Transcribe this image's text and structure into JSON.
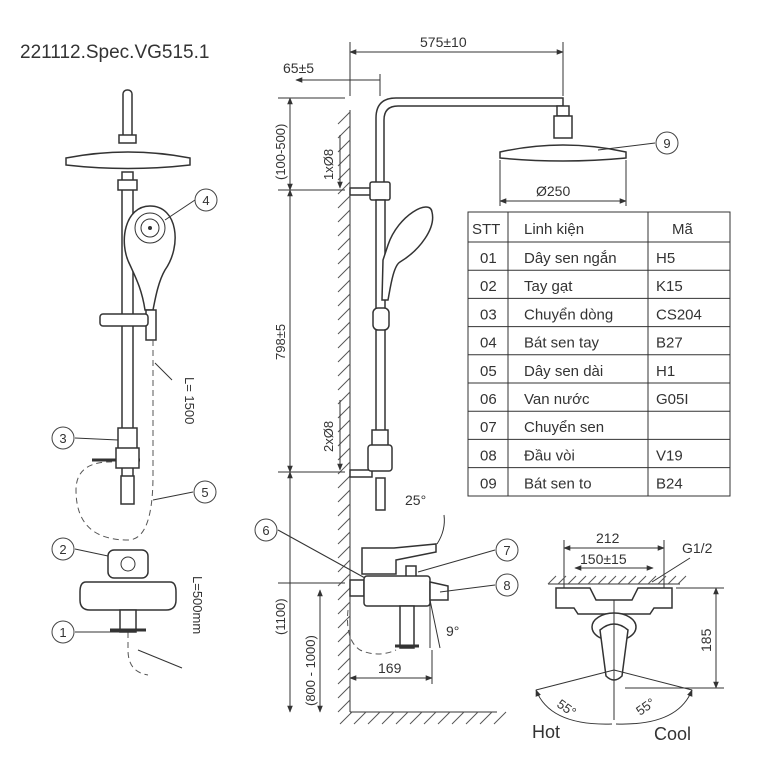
{
  "title": "221112.Spec.VG515.1",
  "dimensions": {
    "total_width": "575±10",
    "wall_offset": "65±5",
    "head_height": "(100-500)",
    "bracket_top": "1xØ8",
    "bar_height": "798±5",
    "bracket_bottom": "2xØ8",
    "head_diameter": "Ø250",
    "mixer_height": "(1100)",
    "floor_range": "(800 - 1000)",
    "spout_reach": "169",
    "lever_angle": "25°",
    "spout_angle": "9°",
    "hose_short": "L= 1500",
    "hose_long": "L=500mm",
    "mixer_width": "212",
    "mixer_centers": "150±15",
    "thread": "G1/2",
    "mixer_depth": "185",
    "hot_angle": "55°",
    "cool_angle": "55°",
    "hot_label": "Hot",
    "cool_label": "Cool"
  },
  "callouts": [
    "1",
    "2",
    "3",
    "4",
    "5",
    "6",
    "7",
    "8",
    "9"
  ],
  "table": {
    "headers": [
      "STT",
      "Linh kiện",
      "Mã"
    ],
    "rows": [
      [
        "01",
        "Dây sen ngắn",
        "H5"
      ],
      [
        "02",
        "Tay gạt",
        "K15"
      ],
      [
        "03",
        "Chuyển dòng",
        "CS204"
      ],
      [
        "04",
        "Bát sen tay",
        "B27"
      ],
      [
        "05",
        "Dây sen dài",
        "H1"
      ],
      [
        "06",
        "Van nước",
        "G05I"
      ],
      [
        "07",
        "Chuyển sen",
        ""
      ],
      [
        "08",
        "Đầu vòi",
        "V19"
      ],
      [
        "09",
        "Bát sen to",
        "B24"
      ]
    ]
  }
}
